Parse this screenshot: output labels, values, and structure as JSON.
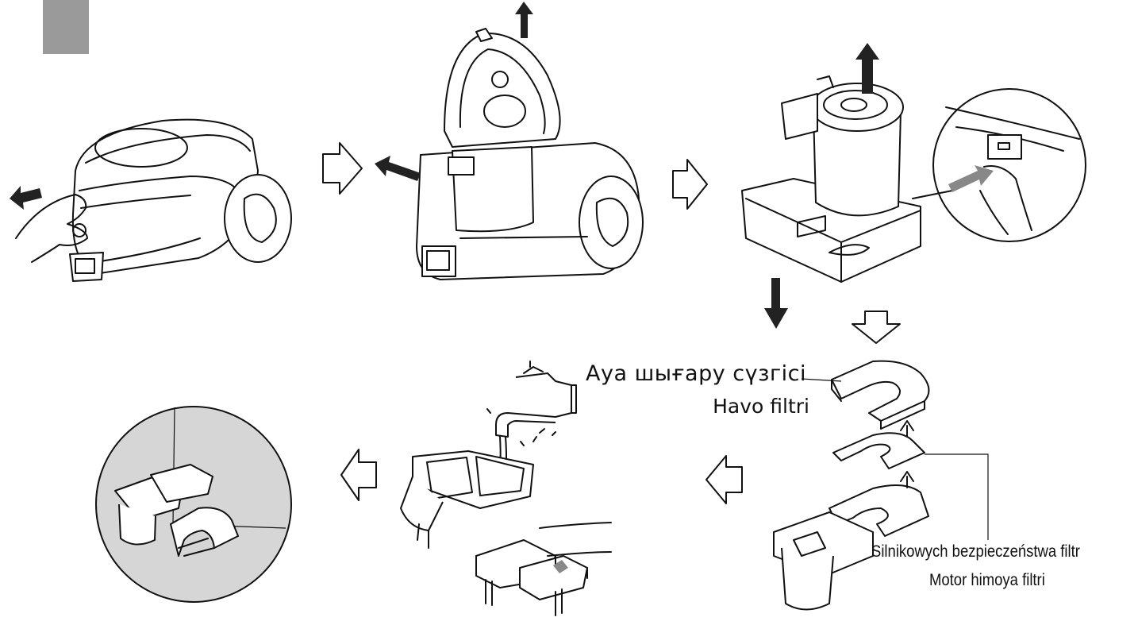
{
  "labels": {
    "exhaust_filter_kk": "Ауа шығару сүзгісі",
    "air_filter_uz": "Havo filtri",
    "motor_filter_pl": "Silnikowych bezpieczeństwa filtr",
    "motor_filter_uz": "Motor himoya filtri"
  },
  "colors": {
    "step_marker": "#9a9a9a",
    "line": "#111111",
    "zoom_bg": "#d6d6d6",
    "arrow_fill": "#222222",
    "hollow_arrow_fill": "#ffffff"
  }
}
